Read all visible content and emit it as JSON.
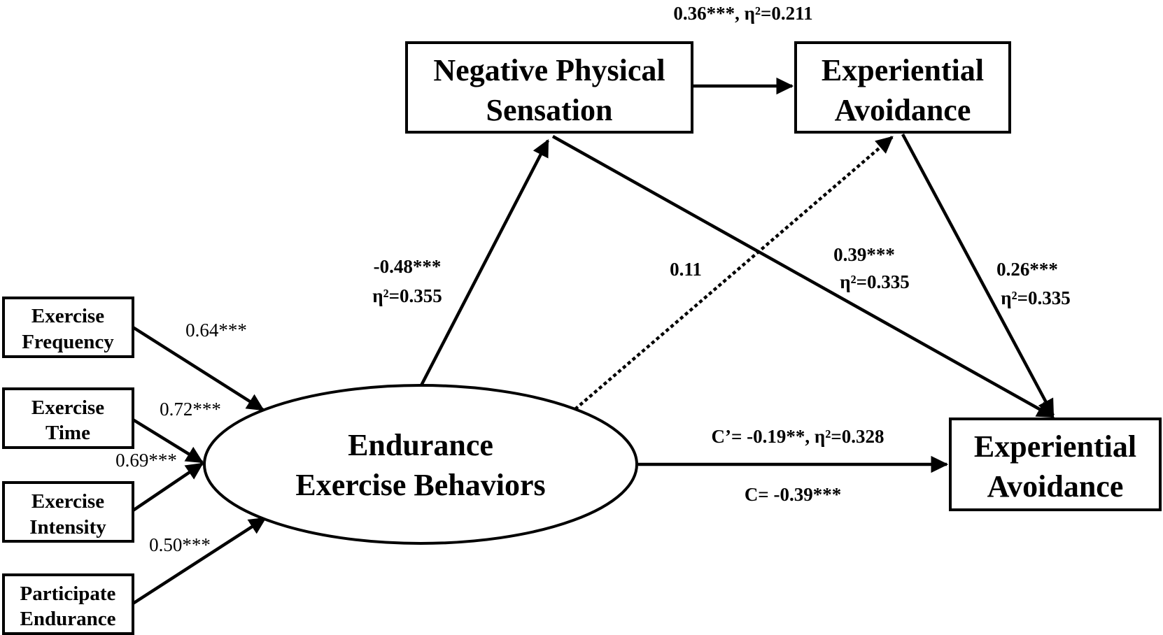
{
  "nodes": {
    "nps": {
      "lines": [
        "Negative Physical",
        "Sensation"
      ]
    },
    "ea_mediator": {
      "lines": [
        "Experiential",
        "Avoidance"
      ]
    },
    "ea_outcome": {
      "lines": [
        "Experiential",
        "Avoidance"
      ]
    },
    "eeb": {
      "lines": [
        "Endurance",
        "Exercise Behaviors"
      ]
    },
    "freq": {
      "lines": [
        "Exercise",
        "Frequency"
      ]
    },
    "time": {
      "lines": [
        "Exercise",
        "Time"
      ]
    },
    "intensity": {
      "lines": [
        "Exercise",
        "Intensity"
      ]
    },
    "participate": {
      "lines": [
        "Participate",
        "Endurance"
      ]
    }
  },
  "paths": {
    "nps_to_ea": "0.36***, η²=0.211",
    "eeb_to_nps_coef": "-0.48***",
    "eeb_to_nps_eta": "η²=0.355",
    "eeb_to_ea_med": "0.11",
    "nps_to_outcome_coef": "0.39***",
    "nps_to_outcome_eta": "η²=0.335",
    "ea_to_outcome_coef": "0.26***",
    "ea_to_outcome_eta": "η²=0.335",
    "direct_c_prime": "C’= -0.19**, η²=0.328",
    "total_c": "C= -0.39***"
  },
  "loadings": {
    "freq": "0.64***",
    "time": "0.72***",
    "intensity": "0.69***",
    "participate": "0.50***"
  }
}
